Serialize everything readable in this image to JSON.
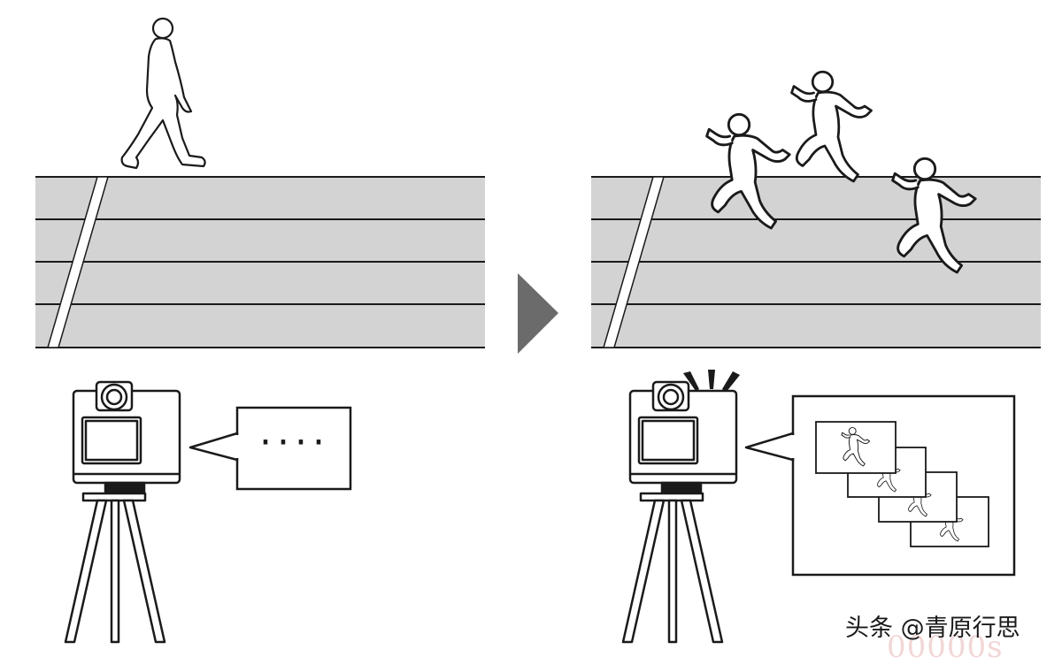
{
  "scene": {
    "left_panel": {
      "speech_bubble": {
        "text": "····"
      }
    },
    "right_panel": {
      "sequence_frames": 4
    }
  },
  "watermark": {
    "text": "头条 @青原行思",
    "faint_text": "00000s"
  },
  "colors": {
    "track": "#d3d3d3",
    "line": "#1a1a1a",
    "arrow": "#6b6b6b",
    "lane_marking": "#ffffff"
  },
  "icons": {
    "walker": "walking-person-icon",
    "runners": "running-person-icon",
    "camera": "camera-icon",
    "tripod": "tripod-icon",
    "arrow": "play-arrow-icon"
  }
}
